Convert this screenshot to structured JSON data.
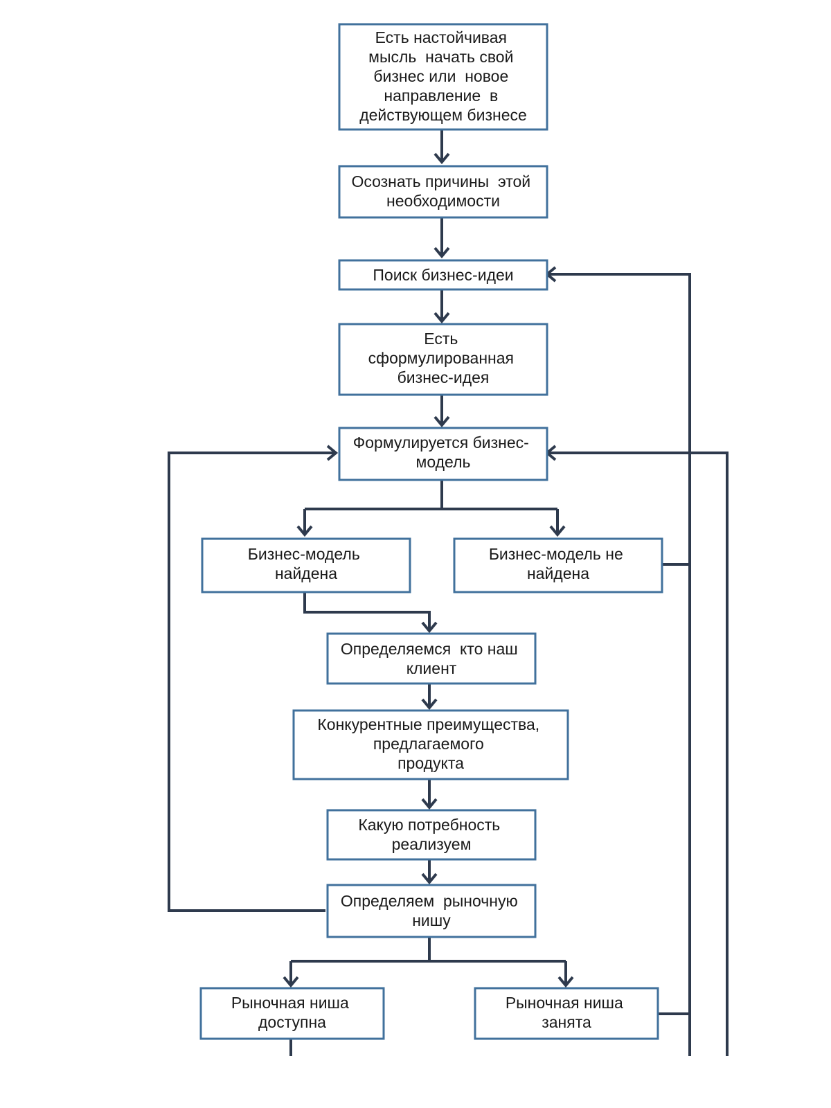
{
  "diagram": {
    "nodes": [
      {
        "id": "idea-thought",
        "lines": [
          "Есть настойчивая",
          "мысль  начать свой",
          "бизнес или  новое",
          "направление  в",
          "действующем бизнесе"
        ]
      },
      {
        "id": "realize-reasons",
        "lines": [
          "Осознать причины  этой",
          "необходимости"
        ]
      },
      {
        "id": "search-idea",
        "lines": [
          "Поиск бизнес-идеи"
        ]
      },
      {
        "id": "idea-formulated",
        "lines": [
          "Есть",
          "сформулированная",
          "бизнес-идея"
        ]
      },
      {
        "id": "model-formulated",
        "lines": [
          "Формулируется бизнес-",
          "модель"
        ]
      },
      {
        "id": "model-found",
        "lines": [
          "Бизнес-модель",
          "найдена"
        ]
      },
      {
        "id": "model-not-found",
        "lines": [
          "Бизнес-модель не",
          "найдена"
        ]
      },
      {
        "id": "define-client",
        "lines": [
          "Определяемся  кто наш",
          "клиент"
        ]
      },
      {
        "id": "competitive-advantages",
        "lines": [
          "Конкурентные преимущества,",
          "предлагаемого",
          "продукта"
        ]
      },
      {
        "id": "need-realized",
        "lines": [
          "Какую потребность",
          "реализуем"
        ]
      },
      {
        "id": "market-niche",
        "lines": [
          "Определяем  рыночную",
          "нишу"
        ]
      },
      {
        "id": "niche-available",
        "lines": [
          "Рыночная ниша",
          "доступна"
        ]
      },
      {
        "id": "niche-occupied",
        "lines": [
          "Рыночная ниша",
          "занята"
        ]
      }
    ]
  }
}
